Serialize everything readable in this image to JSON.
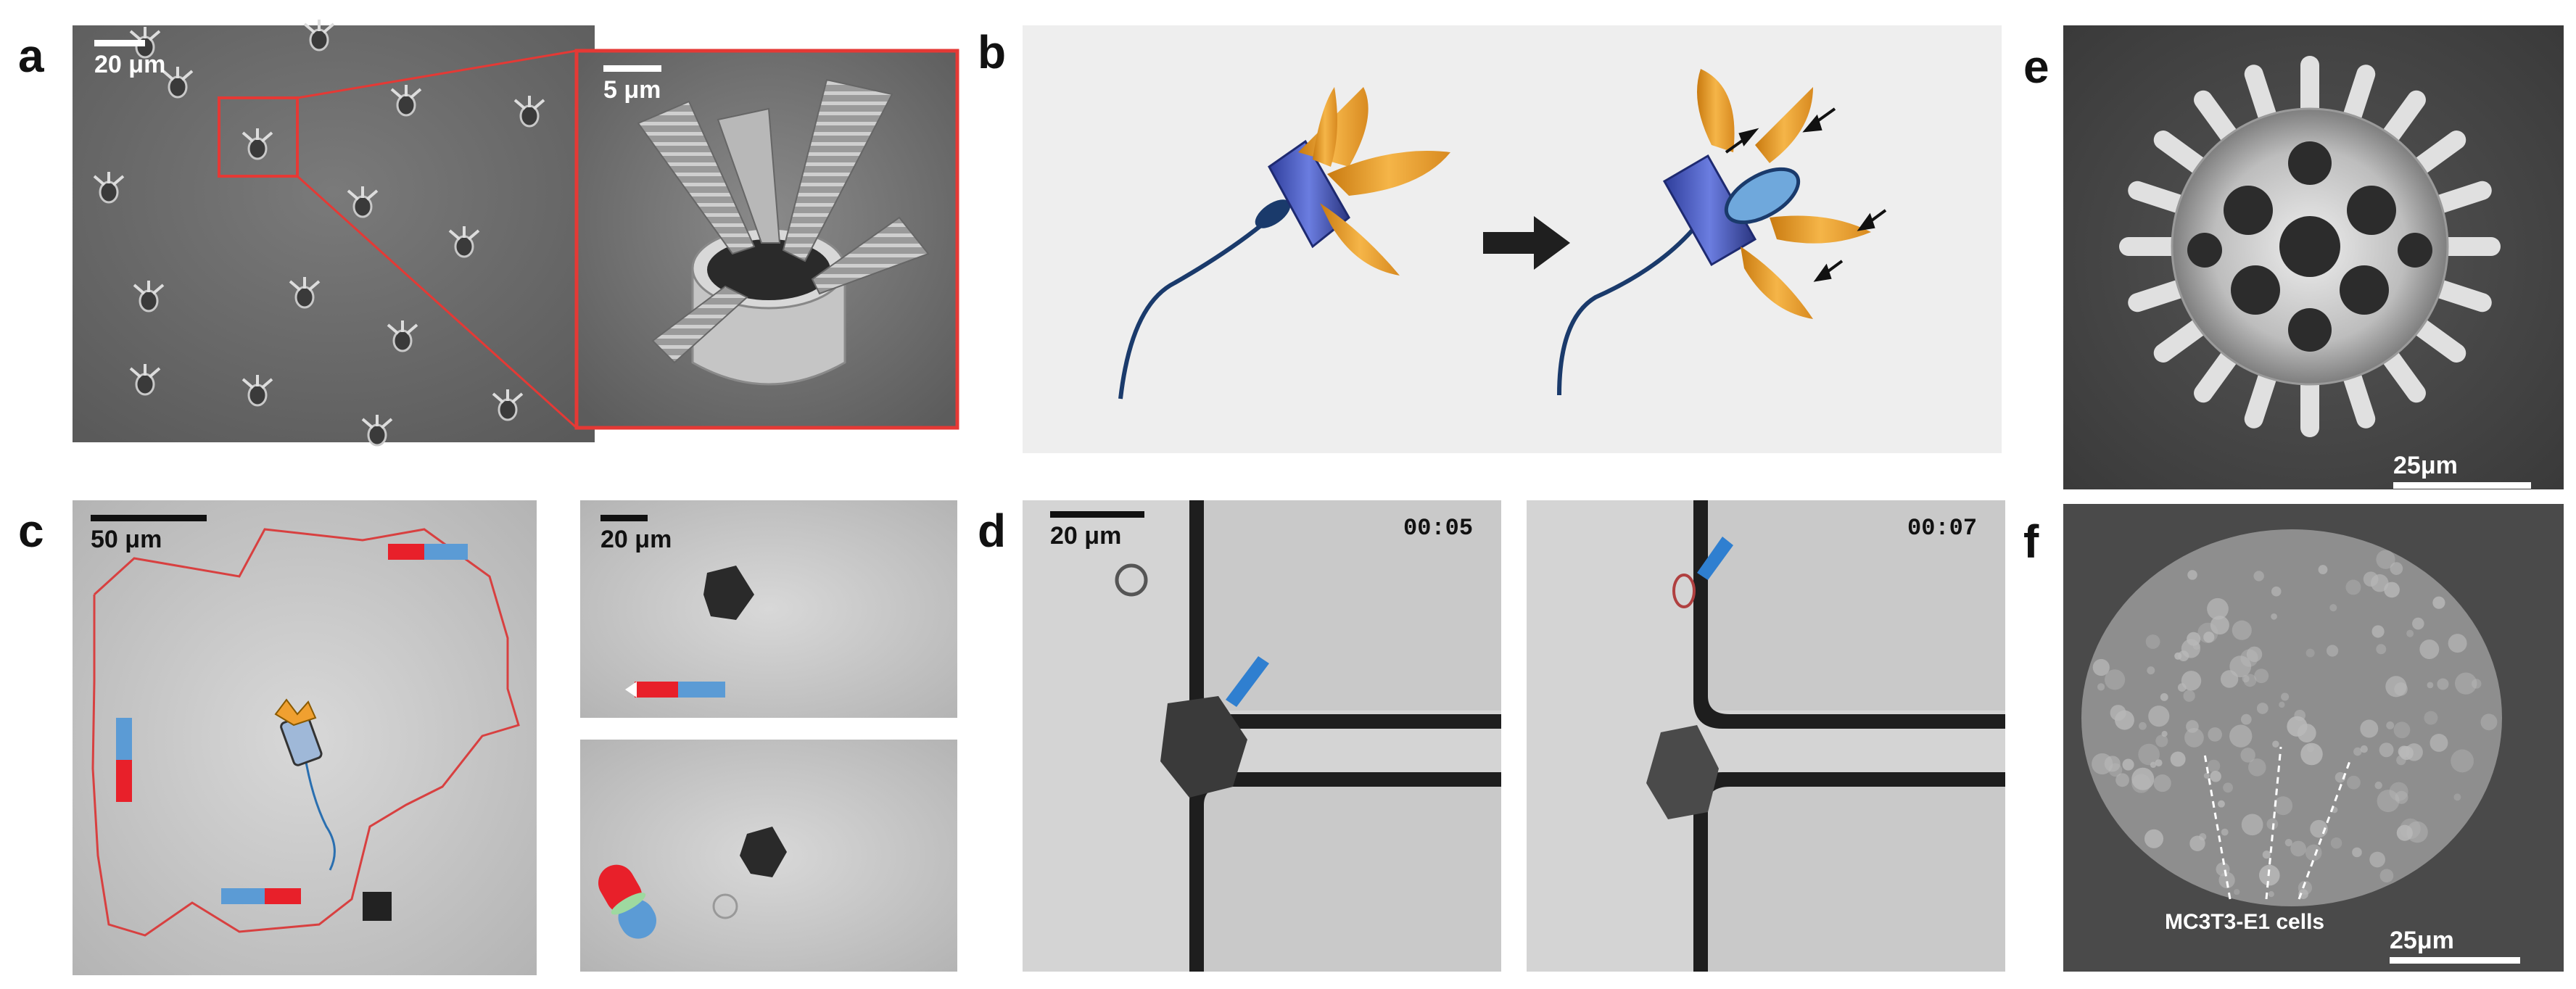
{
  "panel_labels": {
    "a": "a",
    "b": "b",
    "c": "c",
    "d": "d",
    "e": "e",
    "f": "f"
  },
  "scale_bars": {
    "a_left": "20 μm",
    "a_zoom": "5 μm",
    "c_main": "50 μm",
    "c_top_right": "20 μm",
    "d_left": "20 μm",
    "e": "25μm",
    "f": "25μm"
  },
  "timestamps": {
    "d_left": "00:05",
    "d_right": "00:07"
  },
  "annotations": {
    "f_cells": "MC3T3-E1 cells"
  },
  "colors": {
    "sem_gray": "#6e6e6e",
    "zoom_border": "#e53935",
    "motor_tube": "#3f51b5",
    "motor_arms": "#f0a030",
    "sperm_tail": "#1a3a6b",
    "bar_red": "#e8202a",
    "bar_blue": "#5b9bd5",
    "trajectory": "#d84040",
    "schematic_bg": "#eeeeee"
  }
}
